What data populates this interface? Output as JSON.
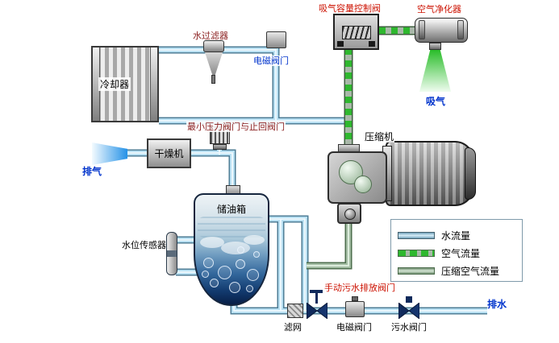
{
  "diagram": {
    "type": "air-compressor-system-schematic"
  },
  "labels": {
    "suction_control_valve": "吸气容量控制阀",
    "air_purifier": "空气净化器",
    "intake": "吸气",
    "water_filter": "水过滤器",
    "solenoid_valve_top": "电磁阀门",
    "cooler": "冷却器",
    "min_pressure_check_valve": "最小压力阀门与止回阀门",
    "compressor": "压缩机",
    "dryer": "干燥机",
    "exhaust": "排气",
    "oil_tank": "储油箱",
    "water_level_sensor": "水位传感器",
    "manual_drain_valve": "手动污水排放阀门",
    "strainer": "滤网",
    "solenoid_valve_bottom": "电磁阀门",
    "sewage_valve": "污水阀门",
    "drain": "排水"
  },
  "legend": {
    "items": [
      {
        "label": "水流量",
        "color": "#b9e0f2"
      },
      {
        "label": "空气流量",
        "color": "#2eb82e"
      },
      {
        "label": "压缩空气流量",
        "color": "#a3bda3"
      }
    ]
  },
  "colors": {
    "water_pipe": "#b9e0f2",
    "air_flow_green": "#2eb82e",
    "compressed_air_pipe": "#a3bda3",
    "label_red": "#cc1100",
    "label_blue": "#0033cc",
    "intake_glow_green": "#1eb91e",
    "exhaust_glow_blue": "#1f8ce6",
    "tank_oil_dark_blue": "#081f47"
  }
}
